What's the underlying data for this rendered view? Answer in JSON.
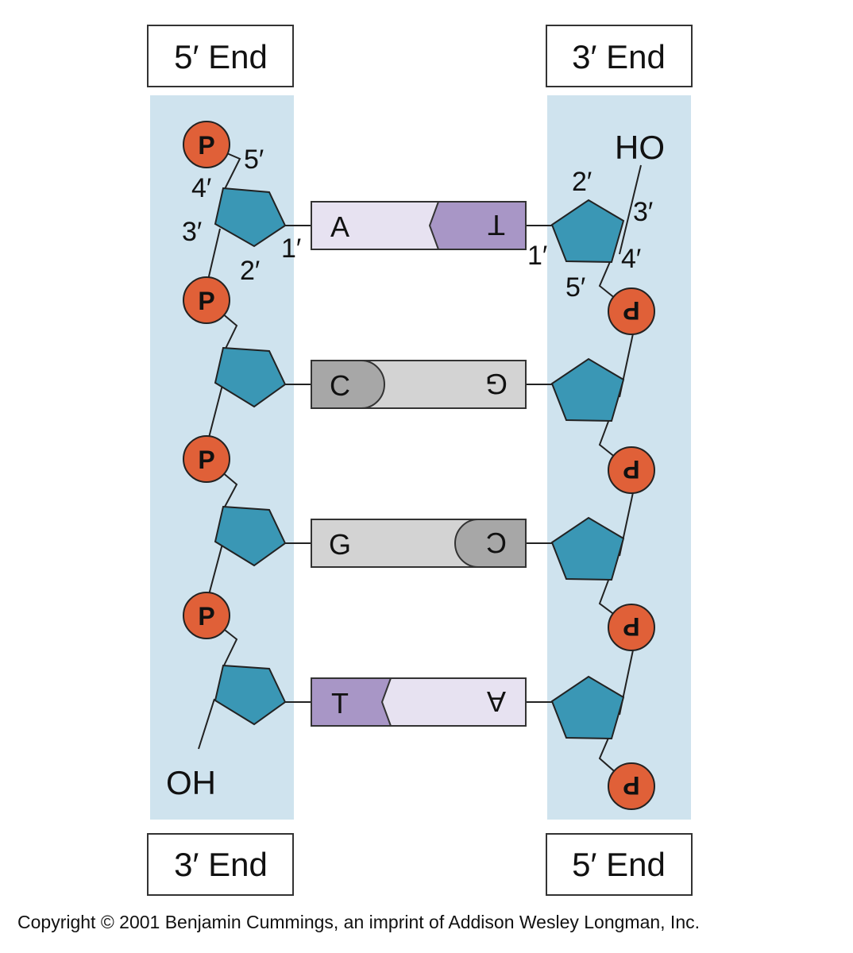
{
  "ends": {
    "top_left": "5′ End",
    "top_right": "3′ End",
    "bottom_left": "3′ End",
    "bottom_right": "5′ End"
  },
  "phosphate_label": "P",
  "terminal_groups": {
    "left_bottom": "OH",
    "right_top": "HO"
  },
  "carbon_labels": {
    "left": {
      "c5": "5′",
      "c4": "4′",
      "c3": "3′",
      "c2": "2′",
      "c1": "1′"
    },
    "right": {
      "c2": "2′",
      "c3": "3′",
      "c1": "1′",
      "c4": "4′",
      "c5": "5′"
    }
  },
  "base_pairs": [
    {
      "left": "A",
      "right": "T"
    },
    {
      "left": "C",
      "right": "G"
    },
    {
      "left": "G",
      "right": "C"
    },
    {
      "left": "T",
      "right": "A"
    }
  ],
  "colors": {
    "strand_band": "#cfe3ee",
    "sugar": "#3a97b5",
    "phosphate": "#e06038",
    "purine_light": "#e7e2f1",
    "pyrimidine_purple": "#a896c6",
    "guanine_gray": "#d3d3d3",
    "cytosine_gray": "#a7a7a7"
  },
  "copyright": "Copyright © 2001 Benjamin Cummings, an imprint of Addison Wesley Longman, Inc."
}
